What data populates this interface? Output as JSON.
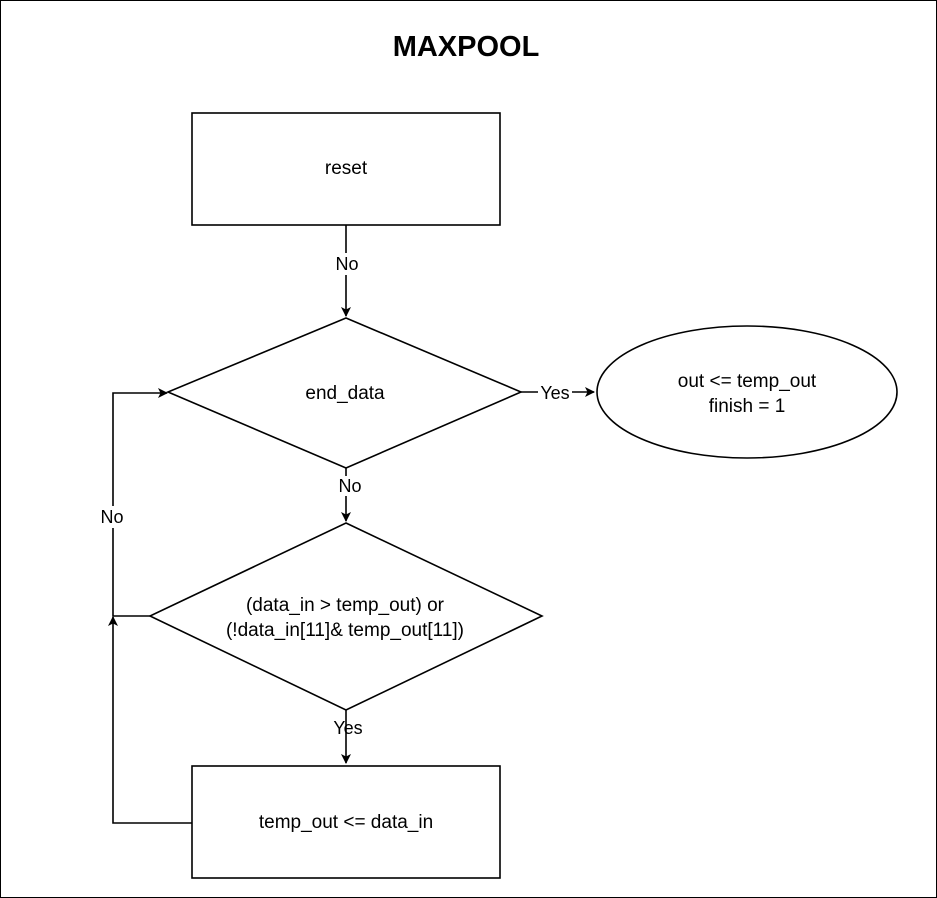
{
  "title": "MAXPOOL",
  "nodes": {
    "reset": {
      "label": "reset"
    },
    "end_data": {
      "label": "end_data"
    },
    "output": {
      "line1": "out <= temp_out",
      "line2": "finish = 1"
    },
    "compare": {
      "line1": "(data_in > temp_out) or",
      "line2": "(!data_in[11]& temp_out[11])"
    },
    "assign": {
      "label": "temp_out <= data_in"
    }
  },
  "edges": {
    "reset_to_end": "No",
    "end_to_output": "Yes",
    "end_to_compare": "No",
    "compare_to_end": "No",
    "compare_to_assign": "Yes"
  }
}
